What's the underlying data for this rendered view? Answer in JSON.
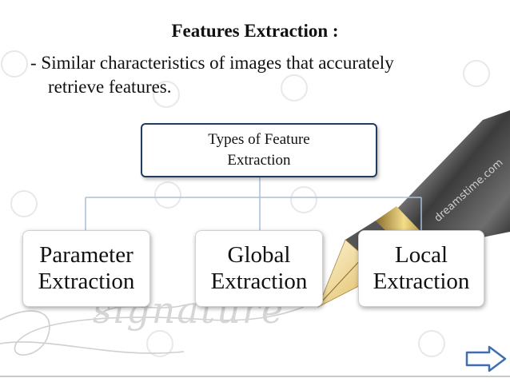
{
  "slide": {
    "title": "Features Extraction :",
    "bullet_line1": "- Similar characteristics of images that accurately",
    "bullet_line2": "retrieve features."
  },
  "diagram": {
    "root": {
      "line1": "Types  of Feature",
      "line2": "Extraction"
    },
    "children": [
      {
        "line1": "Parameter",
        "line2": "Extraction"
      },
      {
        "line1": "Global",
        "line2": "Extraction"
      },
      {
        "line1": "Local",
        "line2": "Extraction"
      }
    ]
  },
  "decoration": {
    "watermark_text": "signature",
    "pen_watermark_text": "dreamstime.com"
  },
  "colors": {
    "connector": "#a9bfdc",
    "root_border": "#1f3c63",
    "arrow_border": "#3f6fb0",
    "arrow_fill": "#ffffff"
  },
  "navigation": {
    "next_icon": "right-arrow-icon"
  }
}
